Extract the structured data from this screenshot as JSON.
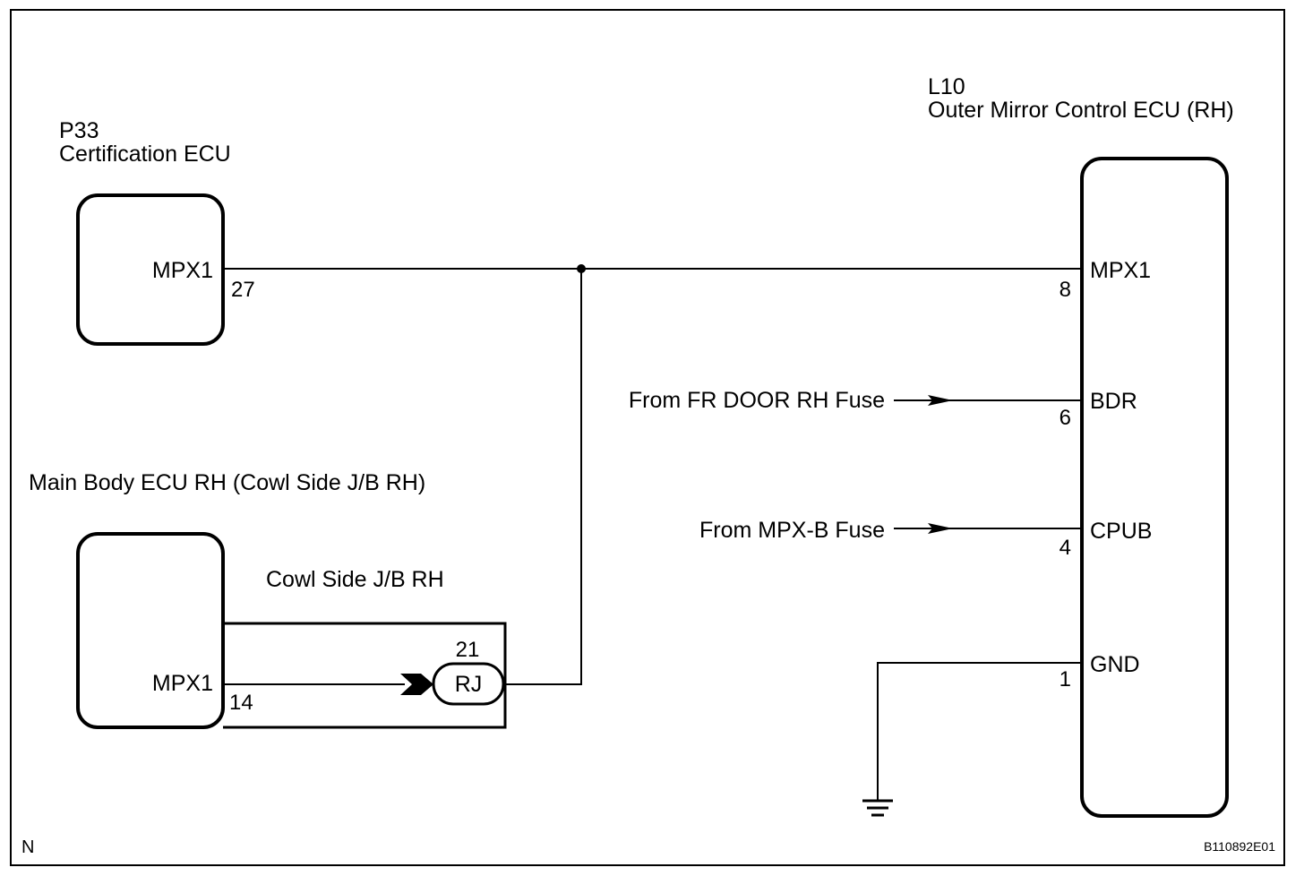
{
  "components": {
    "certification_ecu": {
      "code": "P33",
      "name": "Certification ECU",
      "terminal": "MPX1",
      "pin": "27"
    },
    "outer_mirror_ecu": {
      "code": "L10",
      "name": "Outer Mirror Control ECU (RH)",
      "terminals": [
        {
          "name": "MPX1",
          "pin": "8"
        },
        {
          "name": "BDR",
          "pin": "6"
        },
        {
          "name": "CPUB",
          "pin": "4"
        },
        {
          "name": "GND",
          "pin": "1"
        }
      ]
    },
    "main_body_ecu": {
      "name": "Main Body ECU RH (Cowl Side J/B RH)",
      "terminal": "MPX1",
      "pin": "14"
    },
    "cowl_side_jb": {
      "name": "Cowl Side J/B RH",
      "connector": "RJ",
      "pin": "21"
    }
  },
  "sources": {
    "fr_door_fuse": "From FR DOOR RH Fuse",
    "mpx_b_fuse": "From MPX-B Fuse"
  },
  "footer": {
    "corner_letter": "N",
    "figure_id": "B110892E01"
  }
}
